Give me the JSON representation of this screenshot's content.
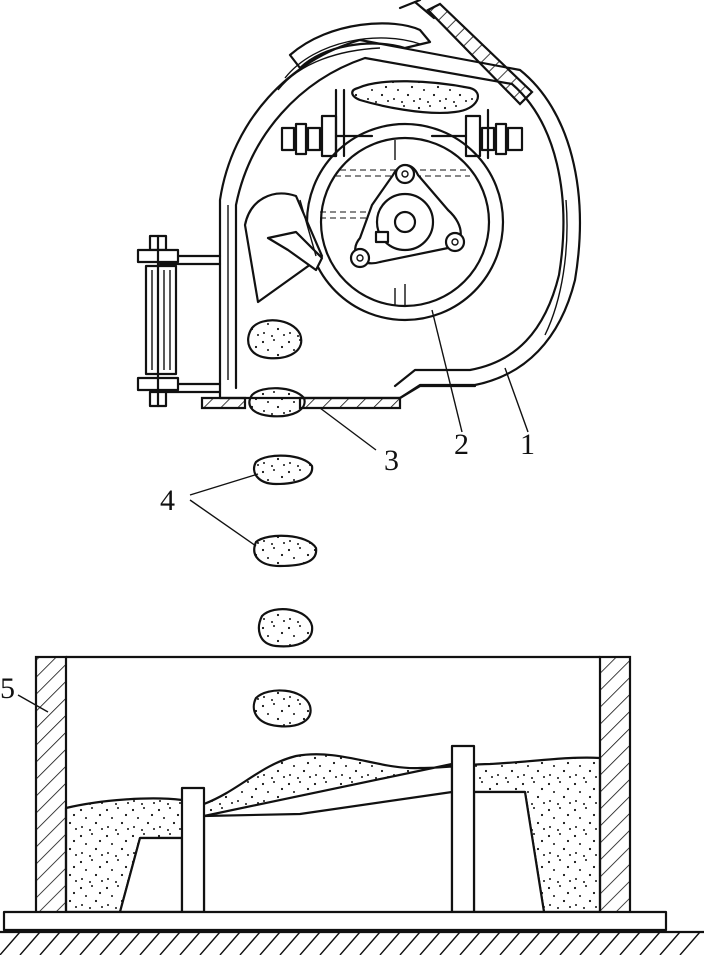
{
  "labels": {
    "casing": "1",
    "impeller": "2",
    "discharge": "3",
    "sand_clumps": "4",
    "flask": "5"
  }
}
